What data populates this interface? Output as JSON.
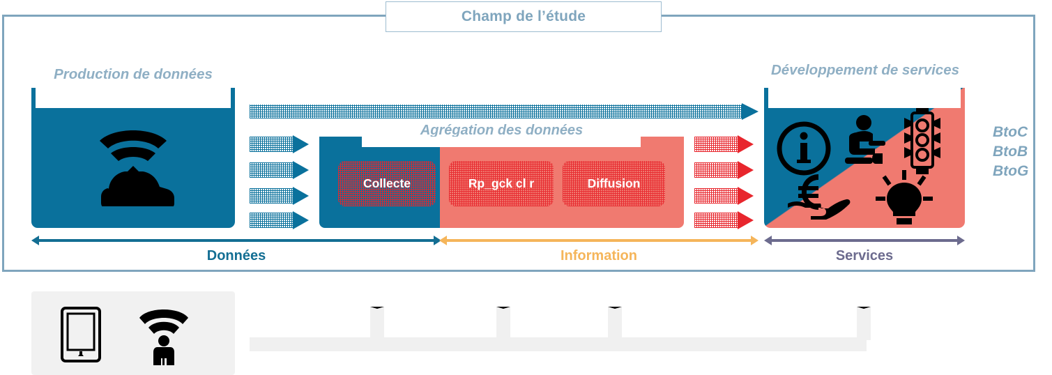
{
  "title": "Champ de l’étude",
  "stages": {
    "production": {
      "label": "Production de données",
      "icon": "connected-car-icon"
    },
    "aggregation": {
      "label": "Agrégation des données",
      "chips": [
        {
          "label": "Collecte",
          "tone": "blue"
        },
        {
          "label": "Rp_gck cl r",
          "tone": "salmon"
        },
        {
          "label": "Diffusion",
          "tone": "salmon"
        }
      ]
    },
    "services": {
      "label": "Développement de services",
      "icons": [
        "info-circle-icon",
        "wheelchair-user-icon",
        "traffic-light-icon",
        "euro-in-hand-icon",
        "lightbulb-icon"
      ]
    }
  },
  "axes": [
    {
      "name": "donnees",
      "label": "Données",
      "color": "#136E93"
    },
    {
      "name": "information",
      "label": "Information",
      "color": "#F5B55A"
    },
    {
      "name": "services",
      "label": "Services",
      "color": "#6C6B8E"
    }
  ],
  "markets": {
    "lines": [
      "BtoC",
      "BtoB",
      "BtoG"
    ]
  },
  "footer": {
    "icons": [
      "smartphone-icon",
      "person-with-signal-icon"
    ]
  },
  "colors": {
    "blue": "#0A719C",
    "salmon": "#F07A70",
    "red_hatch": "#E8262D",
    "frame": "#7FA5BD",
    "label_text": "#8FAFC4",
    "grey": "#F0F0F0"
  }
}
